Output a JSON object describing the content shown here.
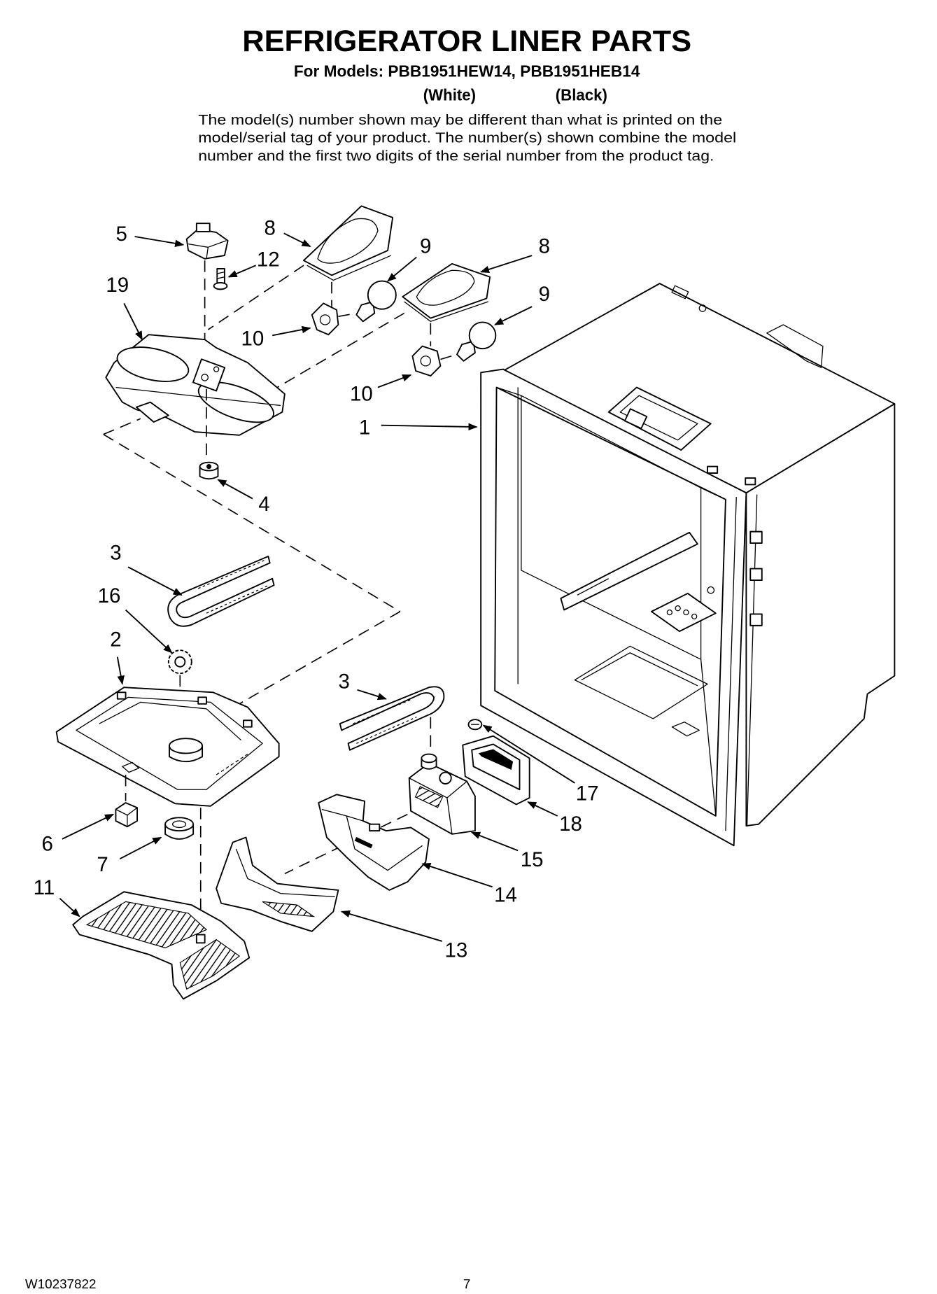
{
  "document": {
    "title": "REFRIGERATOR LINER PARTS",
    "models_line": "For Models: PBB1951HEW14, PBB1951HEB14",
    "model_colors": [
      "(White)",
      "(Black)"
    ],
    "note_lines": [
      "The model(s) number shown may be different than what is printed on the",
      "model/serial tag of your product. The number(s) shown combine the model",
      "number and the first two digits of the serial number from the product tag."
    ]
  },
  "diagram": {
    "callouts": [
      "5",
      "8",
      "12",
      "9",
      "8",
      "19",
      "9",
      "10",
      "10",
      "1",
      "4",
      "3",
      "16",
      "2",
      "3",
      "17",
      "18",
      "6",
      "7",
      "15",
      "11",
      "14",
      "13"
    ]
  },
  "footer": {
    "doc_number": "W10237822",
    "page_number": "7"
  },
  "colors": {
    "ink": "#000000",
    "paper": "#ffffff"
  }
}
